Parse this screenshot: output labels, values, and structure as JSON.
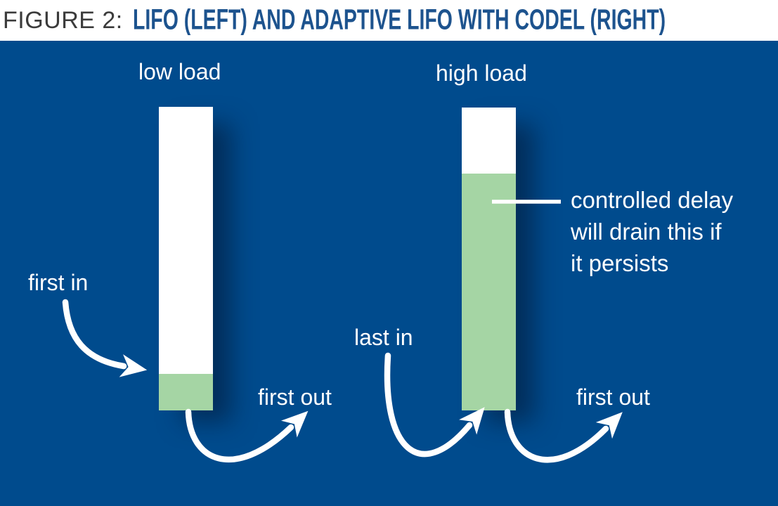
{
  "figure": {
    "label": "FIGURE 2:",
    "title": "LIFO (LEFT) AND ADAPTIVE LIFO WITH CODEL (RIGHT)"
  },
  "left_queue": {
    "condition_label": "low load",
    "first_in_label": "first in",
    "first_out_label": "first out",
    "fill_percent": 12
  },
  "right_queue": {
    "condition_label": "high load",
    "last_in_label": "last in",
    "first_out_label": "first out",
    "callout_text": "controlled delay\nwill drain this if\nit persists",
    "fill_percent": 78
  },
  "colors": {
    "panel_blue": "#004b8d",
    "queue_fill_green": "#a5d5a4",
    "queue_empty_white": "#ffffff",
    "title_blue": "#1d538e",
    "figure_label_gray": "#3b3b3b",
    "label_white": "#ffffff"
  }
}
